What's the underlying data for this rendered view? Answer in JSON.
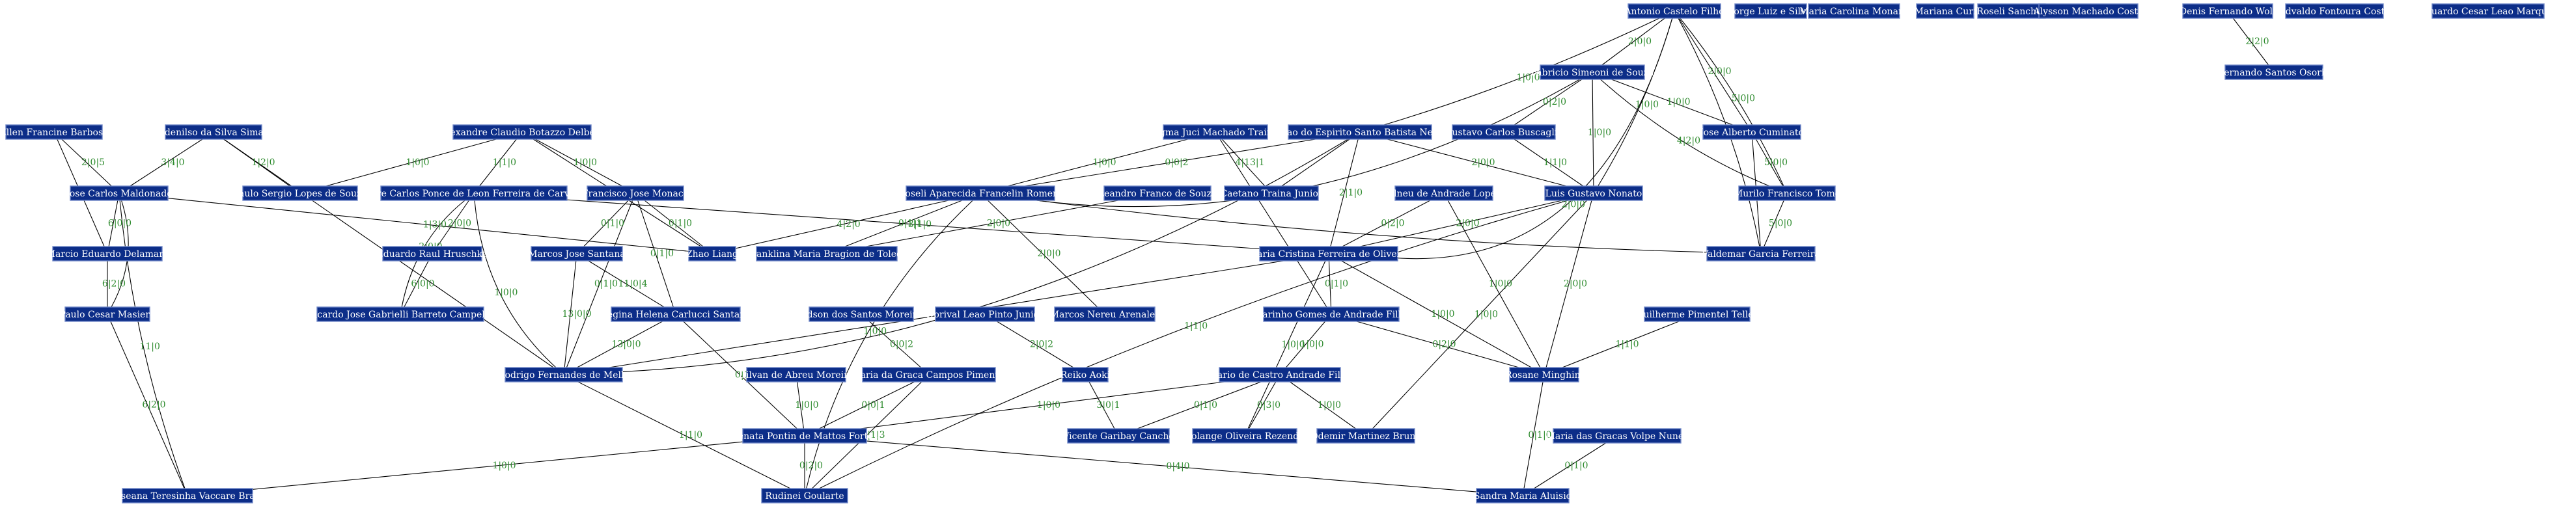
{
  "colors": {
    "node_fill": "#0c2d88",
    "node_border": "#6e86c8",
    "edge": "#000000",
    "edge_label": "#2e8b2e",
    "background": "#ffffff"
  },
  "nodes": [
    {
      "id": "acf",
      "label": "Antonio Castelo Filho"
    },
    {
      "id": "jls",
      "label": "Jorge Luiz e Silva"
    },
    {
      "id": "mcm",
      "label": "Maria Carolina Monard"
    },
    {
      "id": "mc",
      "label": "Mariana Curi"
    },
    {
      "id": "rs",
      "label": "Roseli Sanches"
    },
    {
      "id": "amc",
      "label": "Alysson Machado Costa"
    },
    {
      "id": "dfw",
      "label": "Denis Fernando Wolf"
    },
    {
      "id": "efc",
      "label": "Edvaldo Fontoura Costa"
    },
    {
      "id": "ecm",
      "label": "Eduardo Cesar Leao Marques"
    },
    {
      "id": "fso",
      "label": "Fernando Santos Osorio"
    },
    {
      "id": "fss",
      "label": "Fabricio Simeoni de Souza"
    },
    {
      "id": "efb",
      "label": "Ellen Francine Barbosa"
    },
    {
      "id": "ass",
      "label": "Adenilso da Silva Simao"
    },
    {
      "id": "acbd",
      "label": "Alexandre Claudio Botazzo Delbem"
    },
    {
      "id": "ajmt",
      "label": "Agma Juci Machado Traina"
    },
    {
      "id": "jesbn",
      "label": "Joao do Espirito Santo Batista Neto"
    },
    {
      "id": "gcb",
      "label": "Gustavo Carlos Buscaglia"
    },
    {
      "id": "jac",
      "label": "Jose Alberto Cuminato"
    },
    {
      "id": "jcm",
      "label": "Jose Carlos Maldonado"
    },
    {
      "id": "psls",
      "label": "Paulo Sergio Lopes de Souza"
    },
    {
      "id": "acpl",
      "label": "Andre Carlos Ponce de Leon Ferreira de Carvalho"
    },
    {
      "id": "fjm",
      "label": "Francisco Jose Monaco"
    },
    {
      "id": "rafr",
      "label": "Roseli Aparecida Francelin Romero"
    },
    {
      "id": "lfs",
      "label": "Leandro Franco de Souza"
    },
    {
      "id": "ctj",
      "label": "Caetano Traina Junior"
    },
    {
      "id": "aal",
      "label": "Alneu de Andrade Lopes"
    },
    {
      "id": "lgn",
      "label": "Luis Gustavo Nonato"
    },
    {
      "id": "mft",
      "label": "Murilo Francisco Tome"
    },
    {
      "id": "med",
      "label": "Marcio Eduardo Delamaro"
    },
    {
      "id": "erh",
      "label": "Eduardo Raul Hruschka"
    },
    {
      "id": "mjs",
      "label": "Marcos Jose Santana"
    },
    {
      "id": "zl",
      "label": "Zhao Liang"
    },
    {
      "id": "fmbt",
      "label": "Franklina Maria Bragion de Toledo"
    },
    {
      "id": "mcfo",
      "label": "Maria Cristina Ferreira de Oliveira"
    },
    {
      "id": "vgf",
      "label": "Valdemar  Garcia Ferreira"
    },
    {
      "id": "pcm",
      "label": "Paulo Cesar Masiero"
    },
    {
      "id": "rjgbc",
      "label": "Ricardo Jose Gabrielli  Barreto Campello"
    },
    {
      "id": "rhcs",
      "label": "Regina Helena Carlucci Santana"
    },
    {
      "id": "esm",
      "label": "Edson dos Santos Moreira"
    },
    {
      "id": "dlpj",
      "label": "Dorival Leao Pinto Junior"
    },
    {
      "id": "mna",
      "label": "Marcos  Nereu Arenales"
    },
    {
      "id": "mgaf",
      "label": "Marinho Gomes de Andrade Filho"
    },
    {
      "id": "gpt",
      "label": "Guilherme Pimentel Telles"
    },
    {
      "id": "rfm",
      "label": "Rodrigo Fernandes de Mello"
    },
    {
      "id": "dam",
      "label": "Dilvan de Abreu Moreira"
    },
    {
      "id": "mgcp",
      "label": "Maria da Graca Campos Pimentel"
    },
    {
      "id": "ra",
      "label": "Reiko Aoki"
    },
    {
      "id": "mcaf",
      "label": "Mario de Castro Andrade Filho"
    },
    {
      "id": "rm",
      "label": "Rosane Minghim"
    },
    {
      "id": "rpmf",
      "label": "Renata Pontin de Mattos Fortes"
    },
    {
      "id": "vgc",
      "label": "Vicente Garibay  Cancho"
    },
    {
      "id": "sor",
      "label": "Solange Oliveira Rezende"
    },
    {
      "id": "omb",
      "label": "Odemir Martinez Bruno"
    },
    {
      "id": "mgvn",
      "label": "Maria das Gracas Volpe Nunes"
    },
    {
      "id": "rtvb",
      "label": "Roseana Teresinha Vaccare Braga"
    },
    {
      "id": "rg",
      "label": "Rudinei Goularte"
    },
    {
      "id": "sma",
      "label": "Sandra Maria Aluisio"
    }
  ],
  "edges": [
    {
      "id": "e01",
      "from": "acf",
      "to": "fss",
      "label": "2|0|0"
    },
    {
      "id": "e02",
      "from": "acf",
      "to": "jesbn",
      "label": "1|0|0"
    },
    {
      "id": "e03",
      "from": "acf",
      "to": "mcfo",
      "label": "2|0|0"
    },
    {
      "id": "e04",
      "from": "acf",
      "to": "lgn",
      "label": "1|0|0"
    },
    {
      "id": "e05",
      "from": "acf",
      "to": "jac",
      "label": "2|0|0"
    },
    {
      "id": "e06",
      "from": "acf",
      "to": "mft",
      "label": "5|0|0"
    },
    {
      "id": "e07",
      "from": "acf",
      "to": "vgf",
      "label": "3|0|0"
    },
    {
      "id": "e08",
      "from": "dfw",
      "to": "fso",
      "label": "2|2|0"
    },
    {
      "id": "e09",
      "from": "fss",
      "to": "gcb",
      "label": "0|2|0"
    },
    {
      "id": "e10",
      "from": "fss",
      "to": "lgn",
      "label": "1|0|0"
    },
    {
      "id": "e11",
      "from": "fss",
      "to": "jac",
      "label": "1|0|0"
    },
    {
      "id": "e12",
      "from": "fss",
      "to": "mft",
      "label": "4|2|0"
    },
    {
      "id": "e13",
      "from": "fss",
      "to": "rafr",
      "label": ""
    },
    {
      "id": "e14",
      "from": "efb",
      "to": "jcm",
      "label": "2|0|5"
    },
    {
      "id": "e15",
      "from": "efb",
      "to": "med",
      "label": "3|0|0"
    },
    {
      "id": "e16",
      "from": "ass",
      "to": "jcm",
      "label": "3|4|0"
    },
    {
      "id": "e17",
      "from": "ass",
      "to": "psls",
      "label": "1|2|0"
    },
    {
      "id": "e18",
      "from": "ass",
      "to": "rfm",
      "label": "1|0|0"
    },
    {
      "id": "e19",
      "from": "acbd",
      "to": "psls",
      "label": "1|0|0"
    },
    {
      "id": "e20",
      "from": "acbd",
      "to": "acpl",
      "label": "1|1|0"
    },
    {
      "id": "e21",
      "from": "acbd",
      "to": "fjm",
      "label": "1|0|0"
    },
    {
      "id": "e22",
      "from": "acbd",
      "to": "zl",
      "label": "2|1|0"
    },
    {
      "id": "e23",
      "from": "ajmt",
      "to": "rafr",
      "label": "1|0|0"
    },
    {
      "id": "e24",
      "from": "ajmt",
      "to": "ctj",
      "label": "4|13|1"
    },
    {
      "id": "e25",
      "from": "ajmt",
      "to": "mgaf",
      "label": ""
    },
    {
      "id": "e26",
      "from": "jesbn",
      "to": "rafr",
      "label": "0|0|2"
    },
    {
      "id": "e27",
      "from": "jesbn",
      "to": "mcfo",
      "label": "2|1|0"
    },
    {
      "id": "e28",
      "from": "jesbn",
      "to": "lgn",
      "label": "2|0|0"
    },
    {
      "id": "e29",
      "from": "jesbn",
      "to": "rfm",
      "label": ""
    },
    {
      "id": "e30",
      "from": "jesbn",
      "to": "ctj",
      "label": ""
    },
    {
      "id": "e31",
      "from": "gcb",
      "to": "lgn",
      "label": "1|1|0"
    },
    {
      "id": "e32",
      "from": "jac",
      "to": "mft",
      "label": "5|0|0"
    },
    {
      "id": "e33",
      "from": "jac",
      "to": "vgf",
      "label": "3|1|0"
    },
    {
      "id": "e34",
      "from": "mft",
      "to": "vgf",
      "label": "5|0|0"
    },
    {
      "id": "e35",
      "from": "jcm",
      "to": "med",
      "label": "6|0|0"
    },
    {
      "id": "e36",
      "from": "jcm",
      "to": "pcm",
      "label": "11|0"
    },
    {
      "id": "e37",
      "from": "jcm",
      "to": "rtvb",
      "label": "11|0"
    },
    {
      "id": "e38",
      "from": "jcm",
      "to": "zl",
      "label": "1|3|0"
    },
    {
      "id": "e39",
      "from": "med",
      "to": "pcm",
      "label": "6|2|0"
    },
    {
      "id": "e40",
      "from": "pcm",
      "to": "rtvb",
      "label": "6|2|0"
    },
    {
      "id": "e41",
      "from": "acpl",
      "to": "erh",
      "label": "2|0|0"
    },
    {
      "id": "e42",
      "from": "acpl",
      "to": "rjgbc",
      "label": "2|0|0"
    },
    {
      "id": "e43",
      "from": "acpl",
      "to": "rfm",
      "label": "1|0|0"
    },
    {
      "id": "e44",
      "from": "acpl",
      "to": "mcfo",
      "label": "3|1|0"
    },
    {
      "id": "e45",
      "from": "erh",
      "to": "rjgbc",
      "label": "6|0|0"
    },
    {
      "id": "e46",
      "from": "fjm",
      "to": "mjs",
      "label": "0|1|0"
    },
    {
      "id": "e47",
      "from": "fjm",
      "to": "rhcs",
      "label": "0|1|0"
    },
    {
      "id": "e48",
      "from": "fjm",
      "to": "rfm",
      "label": "0|1|0"
    },
    {
      "id": "e49",
      "from": "fjm",
      "to": "zl",
      "label": "0|1|0"
    },
    {
      "id": "e50",
      "from": "mjs",
      "to": "rhcs",
      "label": "11|0|4"
    },
    {
      "id": "e51",
      "from": "mjs",
      "to": "rfm",
      "label": "13|0|0"
    },
    {
      "id": "e52",
      "from": "rhcs",
      "to": "rfm",
      "label": "13|0|0"
    },
    {
      "id": "e53",
      "from": "rhcs",
      "to": "rpmf",
      "label": "0|1|0"
    },
    {
      "id": "e54",
      "from": "rafr",
      "to": "zl",
      "label": "4|2|0"
    },
    {
      "id": "e55",
      "from": "rafr",
      "to": "fmbt",
      "label": "0|1|1"
    },
    {
      "id": "e56",
      "from": "rafr",
      "to": "mna",
      "label": "2|0|0"
    },
    {
      "id": "e57",
      "from": "rafr",
      "to": "rg",
      "label": "1|0|0"
    },
    {
      "id": "e58",
      "from": "lfs",
      "to": "fmbt",
      "label": "2|0|0"
    },
    {
      "id": "e59",
      "from": "aal",
      "to": "mcfo",
      "label": "0|2|0"
    },
    {
      "id": "e60",
      "from": "aal",
      "to": "rm",
      "label": "1|0|0"
    },
    {
      "id": "e61",
      "from": "lgn",
      "to": "mcfo",
      "label": "2|0|0"
    },
    {
      "id": "e62",
      "from": "lgn",
      "to": "rm",
      "label": "2|0|0"
    },
    {
      "id": "e63",
      "from": "lgn",
      "to": "omb",
      "label": "1|0|0"
    },
    {
      "id": "e64",
      "from": "lgn",
      "to": "rg",
      "label": "1|1|0"
    },
    {
      "id": "e65",
      "from": "mcfo",
      "to": "rm",
      "label": "1|0|0"
    },
    {
      "id": "e66",
      "from": "mcfo",
      "to": "mgaf",
      "label": "0|1|0"
    },
    {
      "id": "e67",
      "from": "mcfo",
      "to": "rfm",
      "label": "0|1|0"
    },
    {
      "id": "e68",
      "from": "mcfo",
      "to": "sor",
      "label": "1|0|0"
    },
    {
      "id": "e69",
      "from": "esm",
      "to": "mgcp",
      "label": "0|0|2"
    },
    {
      "id": "e70",
      "from": "dlpj",
      "to": "ra",
      "label": "2|0|2"
    },
    {
      "id": "e71",
      "from": "mgaf",
      "to": "mcaf",
      "label": "1|0|0"
    },
    {
      "id": "e72",
      "from": "mgaf",
      "to": "rm",
      "label": "0|2|0"
    },
    {
      "id": "e73",
      "from": "gpt",
      "to": "rm",
      "label": "1|1|0"
    },
    {
      "id": "e74",
      "from": "rfm",
      "to": "rg",
      "label": "1|1|0"
    },
    {
      "id": "e75",
      "from": "dam",
      "to": "rpmf",
      "label": "1|0|0"
    },
    {
      "id": "e76",
      "from": "mgcp",
      "to": "rpmf",
      "label": "0|0|1"
    },
    {
      "id": "e77",
      "from": "mgcp",
      "to": "rg",
      "label": "2|1|3"
    },
    {
      "id": "e78",
      "from": "ra",
      "to": "vgc",
      "label": "3|0|1"
    },
    {
      "id": "e79",
      "from": "mcaf",
      "to": "vgc",
      "label": "0|1|0"
    },
    {
      "id": "e80",
      "from": "mcaf",
      "to": "sor",
      "label": "0|3|0"
    },
    {
      "id": "e81",
      "from": "mcaf",
      "to": "omb",
      "label": "1|0|0"
    },
    {
      "id": "e82",
      "from": "mcaf",
      "to": "rpmf",
      "label": "1|0|0"
    },
    {
      "id": "e83",
      "from": "rm",
      "to": "sma",
      "label": "0|1|0"
    },
    {
      "id": "e84",
      "from": "mgvn",
      "to": "sma",
      "label": "0|1|0"
    },
    {
      "id": "e85",
      "from": "rpmf",
      "to": "rtvb",
      "label": "1|0|0"
    },
    {
      "id": "e86",
      "from": "rpmf",
      "to": "rg",
      "label": "0|2|0"
    },
    {
      "id": "e87",
      "from": "rpmf",
      "to": "sma",
      "label": "0|4|0"
    },
    {
      "id": "e88",
      "from": "rafr",
      "to": "vgf",
      "label": ""
    }
  ]
}
